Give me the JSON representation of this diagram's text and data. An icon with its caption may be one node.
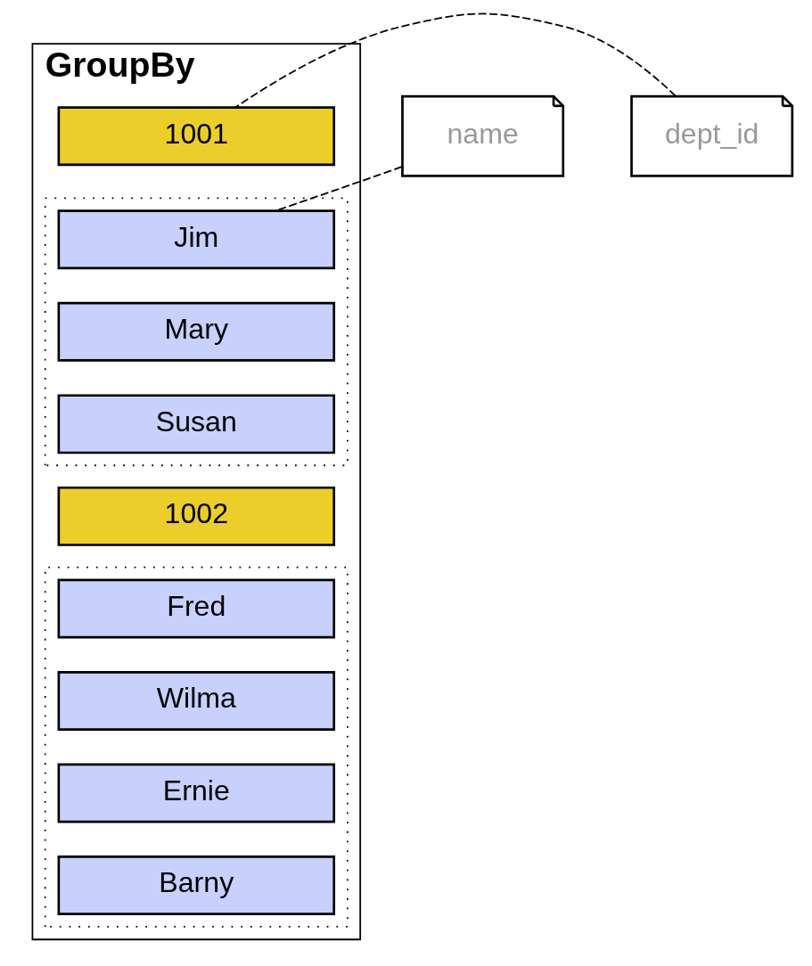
{
  "diagram": {
    "nodes": [
      {
        "text": [
          "GroupBy"
        ]
      },
      {
        "text": [
          "1001"
        ],
        "in": 0
      },
      {
        "text": [],
        "shape": "box",
        "in": 0
      },
      {
        "text": [
          "Jim"
        ],
        "in": 2
      },
      {
        "text": [
          "Mary"
        ],
        "in": 2
      },
      {
        "text": [
          "Susan"
        ],
        "in": 2
      },
      {
        "text": [
          "1002"
        ],
        "in": 0
      },
      {
        "text": [],
        "shape": "box",
        "in": 0
      },
      {
        "text": [
          "Fred"
        ],
        "in": 7
      },
      {
        "text": [
          "Wilma"
        ],
        "in": 7
      },
      {
        "text": [
          "Ernie"
        ],
        "in": 7
      },
      {
        "text": [
          "Barny"
        ],
        "in": 7
      },
      {
        "text": [
          "dept_id"
        ]
      },
      {
        "text": [
          "name"
        ]
      }
    ],
    "edges": [
      {
        "from": 12,
        "to": 1,
        "arrow": "none",
        "style": "dashed"
      },
      {
        "from": 13,
        "to": 3,
        "arrow": "none",
        "style": "dashed"
      }
    ]
  }
}
